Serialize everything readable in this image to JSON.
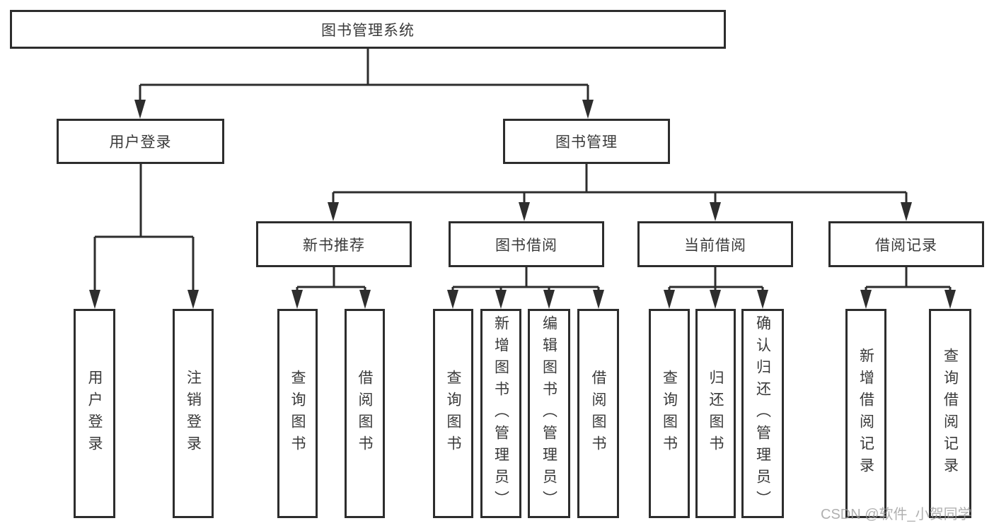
{
  "tree": {
    "root": {
      "label": "图书管理系统"
    },
    "branches": [
      {
        "label": "用户登录",
        "children": [
          {
            "label": "用户登录"
          },
          {
            "label": "注销登录"
          }
        ]
      },
      {
        "label": "图书管理",
        "children": [
          {
            "label": "新书推荐",
            "children": [
              {
                "label": "查询图书"
              },
              {
                "label": "借阅图书"
              }
            ]
          },
          {
            "label": "图书借阅",
            "children": [
              {
                "label": "查询图书"
              },
              {
                "label": "新增图书（管理员）"
              },
              {
                "label": "编辑图书（管理员）"
              },
              {
                "label": "借阅图书"
              }
            ]
          },
          {
            "label": "当前借阅",
            "children": [
              {
                "label": "查询图书"
              },
              {
                "label": "归还图书"
              },
              {
                "label": "确认归还（管理员）"
              }
            ]
          },
          {
            "label": "借阅记录",
            "children": [
              {
                "label": "新增借阅记录"
              },
              {
                "label": "查询借阅记录"
              }
            ]
          }
        ]
      }
    ]
  },
  "watermark": {
    "text": "CSDN @软件_小贺同学"
  },
  "colors": {
    "line": "#2d2d2d",
    "text": "#3a3a3a",
    "background": "#ffffff",
    "watermark": "#9c9c9c"
  }
}
